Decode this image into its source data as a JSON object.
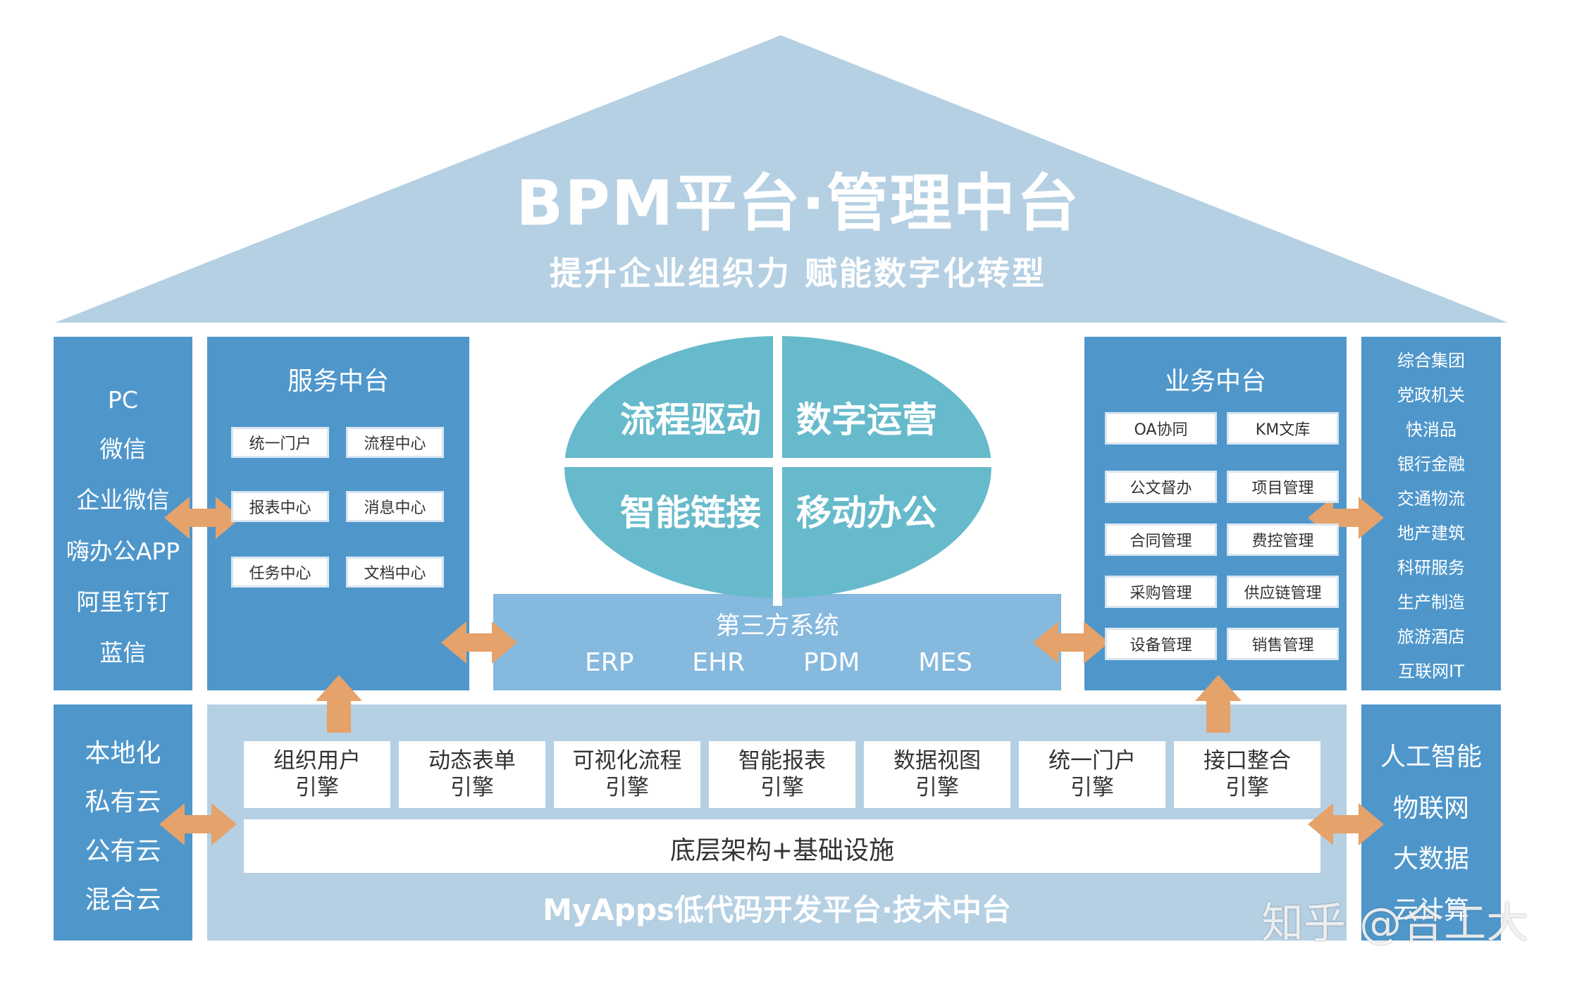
{
  "roof": {
    "title": "BPM平台·管理中台",
    "subtitle": "提升企业组织力 赋能数字化转型"
  },
  "channels": [
    "PC",
    "微信",
    "企业微信",
    "嗨办公APP",
    "阿里钉钉",
    "蓝信"
  ],
  "service_center": {
    "title": "服务中台",
    "items": [
      "统一门户",
      "流程中心",
      "报表中心",
      "消息中心",
      "任务中心",
      "文档中心"
    ]
  },
  "core": [
    "流程驱动",
    "数字运营",
    "智能链接",
    "移动办公"
  ],
  "third_party": {
    "title": "第三方系统",
    "systems": [
      "ERP",
      "EHR",
      "PDM",
      "MES"
    ]
  },
  "business_center": {
    "title": "业务中台",
    "items": [
      "OA协同",
      "KM文库",
      "公文督办",
      "项目管理",
      "合同管理",
      "费控管理",
      "采购管理",
      "供应链管理",
      "设备管理",
      "销售管理"
    ]
  },
  "industries": [
    "综合集团",
    "党政机关",
    "快消品",
    "银行金融",
    "交通物流",
    "地产建筑",
    "科研服务",
    "生产制造",
    "旅游酒店",
    "互联网IT"
  ],
  "deployment": [
    "本地化",
    "私有云",
    "公有云",
    "混合云"
  ],
  "engines": [
    {
      "line1": "组织用户",
      "line2": "引擎"
    },
    {
      "line1": "动态表单",
      "line2": "引擎"
    },
    {
      "line1": "可视化流程",
      "line2": "引擎"
    },
    {
      "line1": "智能报表",
      "line2": "引擎"
    },
    {
      "line1": "数据视图",
      "line2": "引擎"
    },
    {
      "line1": "统一门户",
      "line2": "引擎"
    },
    {
      "line1": "接口整合",
      "line2": "引擎"
    }
  ],
  "infrastructure": "底层架构+基础设施",
  "tech_center": "MyApps低代码开发平台·技术中台",
  "technologies": [
    "人工智能",
    "物联网",
    "大数据",
    "云计算"
  ],
  "watermark": "知乎 @合工大",
  "colors": {
    "roof": "#b5d0e3",
    "panel_dark": "#4f97cb",
    "panel_light": "#86b9de",
    "tech_base": "#b5d0e3",
    "oval": "#66bacb",
    "arrow": "#e5a26a"
  }
}
